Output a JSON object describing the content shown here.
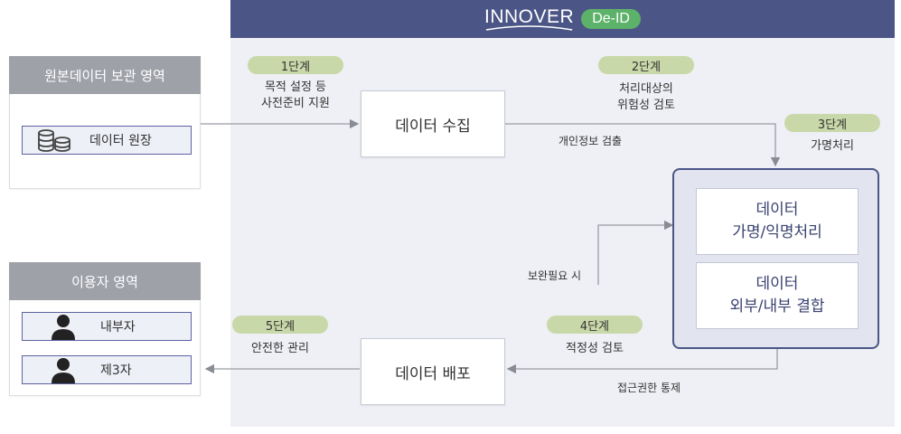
{
  "header": {
    "brand": "INNOVER",
    "badge": "De-ID"
  },
  "source_area": {
    "title": "원본데이터 보관 영역",
    "item": "데이터 원장"
  },
  "user_area": {
    "title": "이용자 영역",
    "items": [
      "내부자",
      "제3자"
    ]
  },
  "nodes": {
    "collect": "데이터 수집",
    "distribute": "데이터 배포",
    "pseudonymize": "데이터\n가명/익명처리",
    "combine": "데이터\n외부/내부 결합"
  },
  "steps": [
    {
      "pill": "1단계",
      "desc": "목적 설정 등\n사전준비 지원"
    },
    {
      "pill": "2단계",
      "desc": "처리대상의\n위험성 검토"
    },
    {
      "pill": "3단계",
      "desc": "가명처리"
    },
    {
      "pill": "4단계",
      "desc": "적정성 검토"
    },
    {
      "pill": "5단계",
      "desc": "안전한 관리"
    }
  ],
  "edge_labels": {
    "detect": "개인정보 검출",
    "supplement": "보완필요 시",
    "access": "접근권한 통제"
  },
  "colors": {
    "header": "#4b5686",
    "badge": "#5db26a",
    "pill": "#c9d8a8",
    "panel": "#eef0f5"
  }
}
